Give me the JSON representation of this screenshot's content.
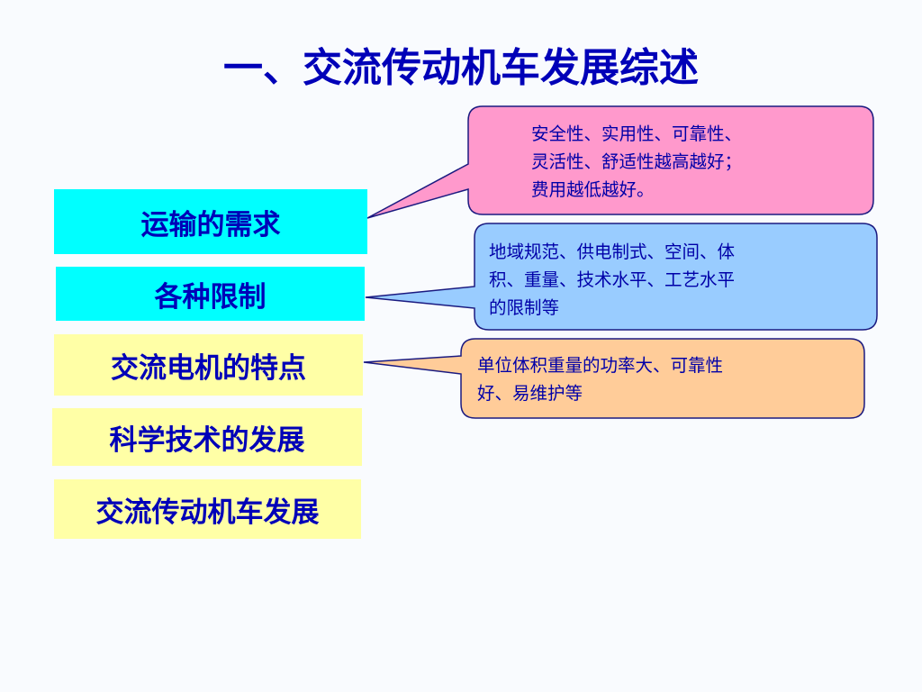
{
  "title": "一、交流传动机车发展综述",
  "topics": [
    {
      "label": "运输的需求"
    },
    {
      "label": "各种限制"
    },
    {
      "label": "交流电机的特点"
    },
    {
      "label": "科学技术的发展"
    },
    {
      "label": "交流传动机车发展"
    }
  ],
  "callouts": [
    {
      "lines": [
        "安全性、实用性、可靠性、",
        "灵活性、舒适性越高越好；",
        "费用越低越好。"
      ]
    },
    {
      "lines": [
        "地域规范、供电制式、空间、体",
        "积、重量、技术水平、工艺水平",
        "的限制等"
      ]
    },
    {
      "lines": [
        "单位体积重量的功率大、可靠性",
        "好、易维护等"
      ]
    }
  ],
  "colors": {
    "title": "#0000b8",
    "text": "#0000a8",
    "cyan_box": "#00ffff",
    "yellow_box": "#ffffa6",
    "callout_pink": "#ff99cc",
    "callout_blue": "#99ccff",
    "callout_orange": "#ffcc99",
    "callout_border": "#1a1a80",
    "background": "#f9fbfe"
  }
}
